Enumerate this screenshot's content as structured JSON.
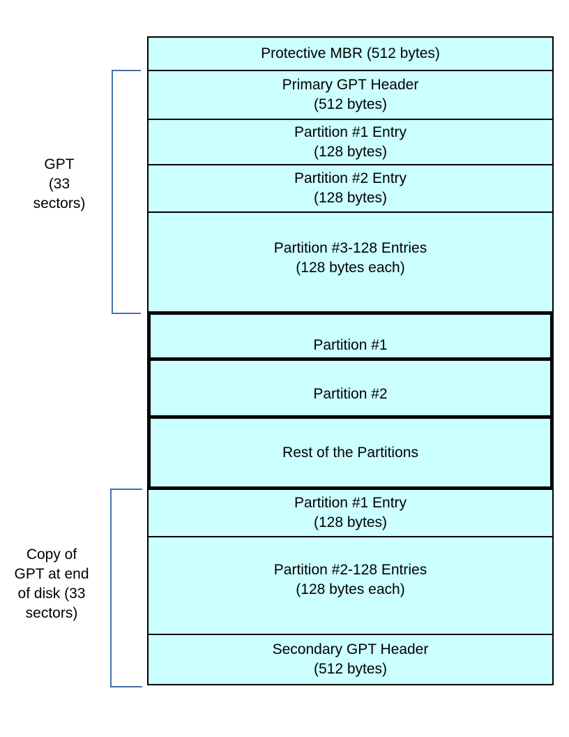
{
  "diagram": {
    "subject": "GPT disk layout",
    "disk_layout": {
      "rows": [
        {
          "id": "protective-mbr",
          "line1": "Protective MBR (512 bytes)"
        },
        {
          "id": "primary-gpt-header",
          "line1": "Primary GPT Header",
          "line2": "(512 bytes)"
        },
        {
          "id": "partition-1-entry",
          "line1": "Partition #1 Entry",
          "line2": "(128 bytes)"
        },
        {
          "id": "partition-2-entry",
          "line1": "Partition #2 Entry",
          "line2": "(128 bytes)"
        },
        {
          "id": "partition-3-128-entries",
          "line1": "Partition #3-128 Entries",
          "line2": "(128 bytes each)"
        },
        {
          "id": "partition-1",
          "line1": "Partition #1"
        },
        {
          "id": "partition-2",
          "line1": "Partition #2"
        },
        {
          "id": "rest-of-partitions",
          "line1": "Rest of the Partitions"
        },
        {
          "id": "partition-1-entry-copy",
          "line1": "Partition #1 Entry",
          "line2": "(128 bytes)"
        },
        {
          "id": "partition-2-128-entries",
          "line1": "Partition #2-128 Entries",
          "line2": "(128 bytes each)"
        },
        {
          "id": "secondary-gpt-header",
          "line1": "Secondary GPT Header",
          "line2": "(512 bytes)"
        }
      ]
    },
    "labels": {
      "gpt": {
        "line1": "GPT",
        "line2": "(33",
        "line3": "sectors)"
      },
      "copy": {
        "line1": "Copy of",
        "line2": "GPT at end",
        "line3": "of disk (33",
        "line4": "sectors)"
      }
    },
    "colors": {
      "box_fill": "#ccffff",
      "box_border": "#000000",
      "thick_box_border": "#000000",
      "bracket": "#4472a8",
      "text": "#000000",
      "page_background": "#ffffff"
    }
  }
}
